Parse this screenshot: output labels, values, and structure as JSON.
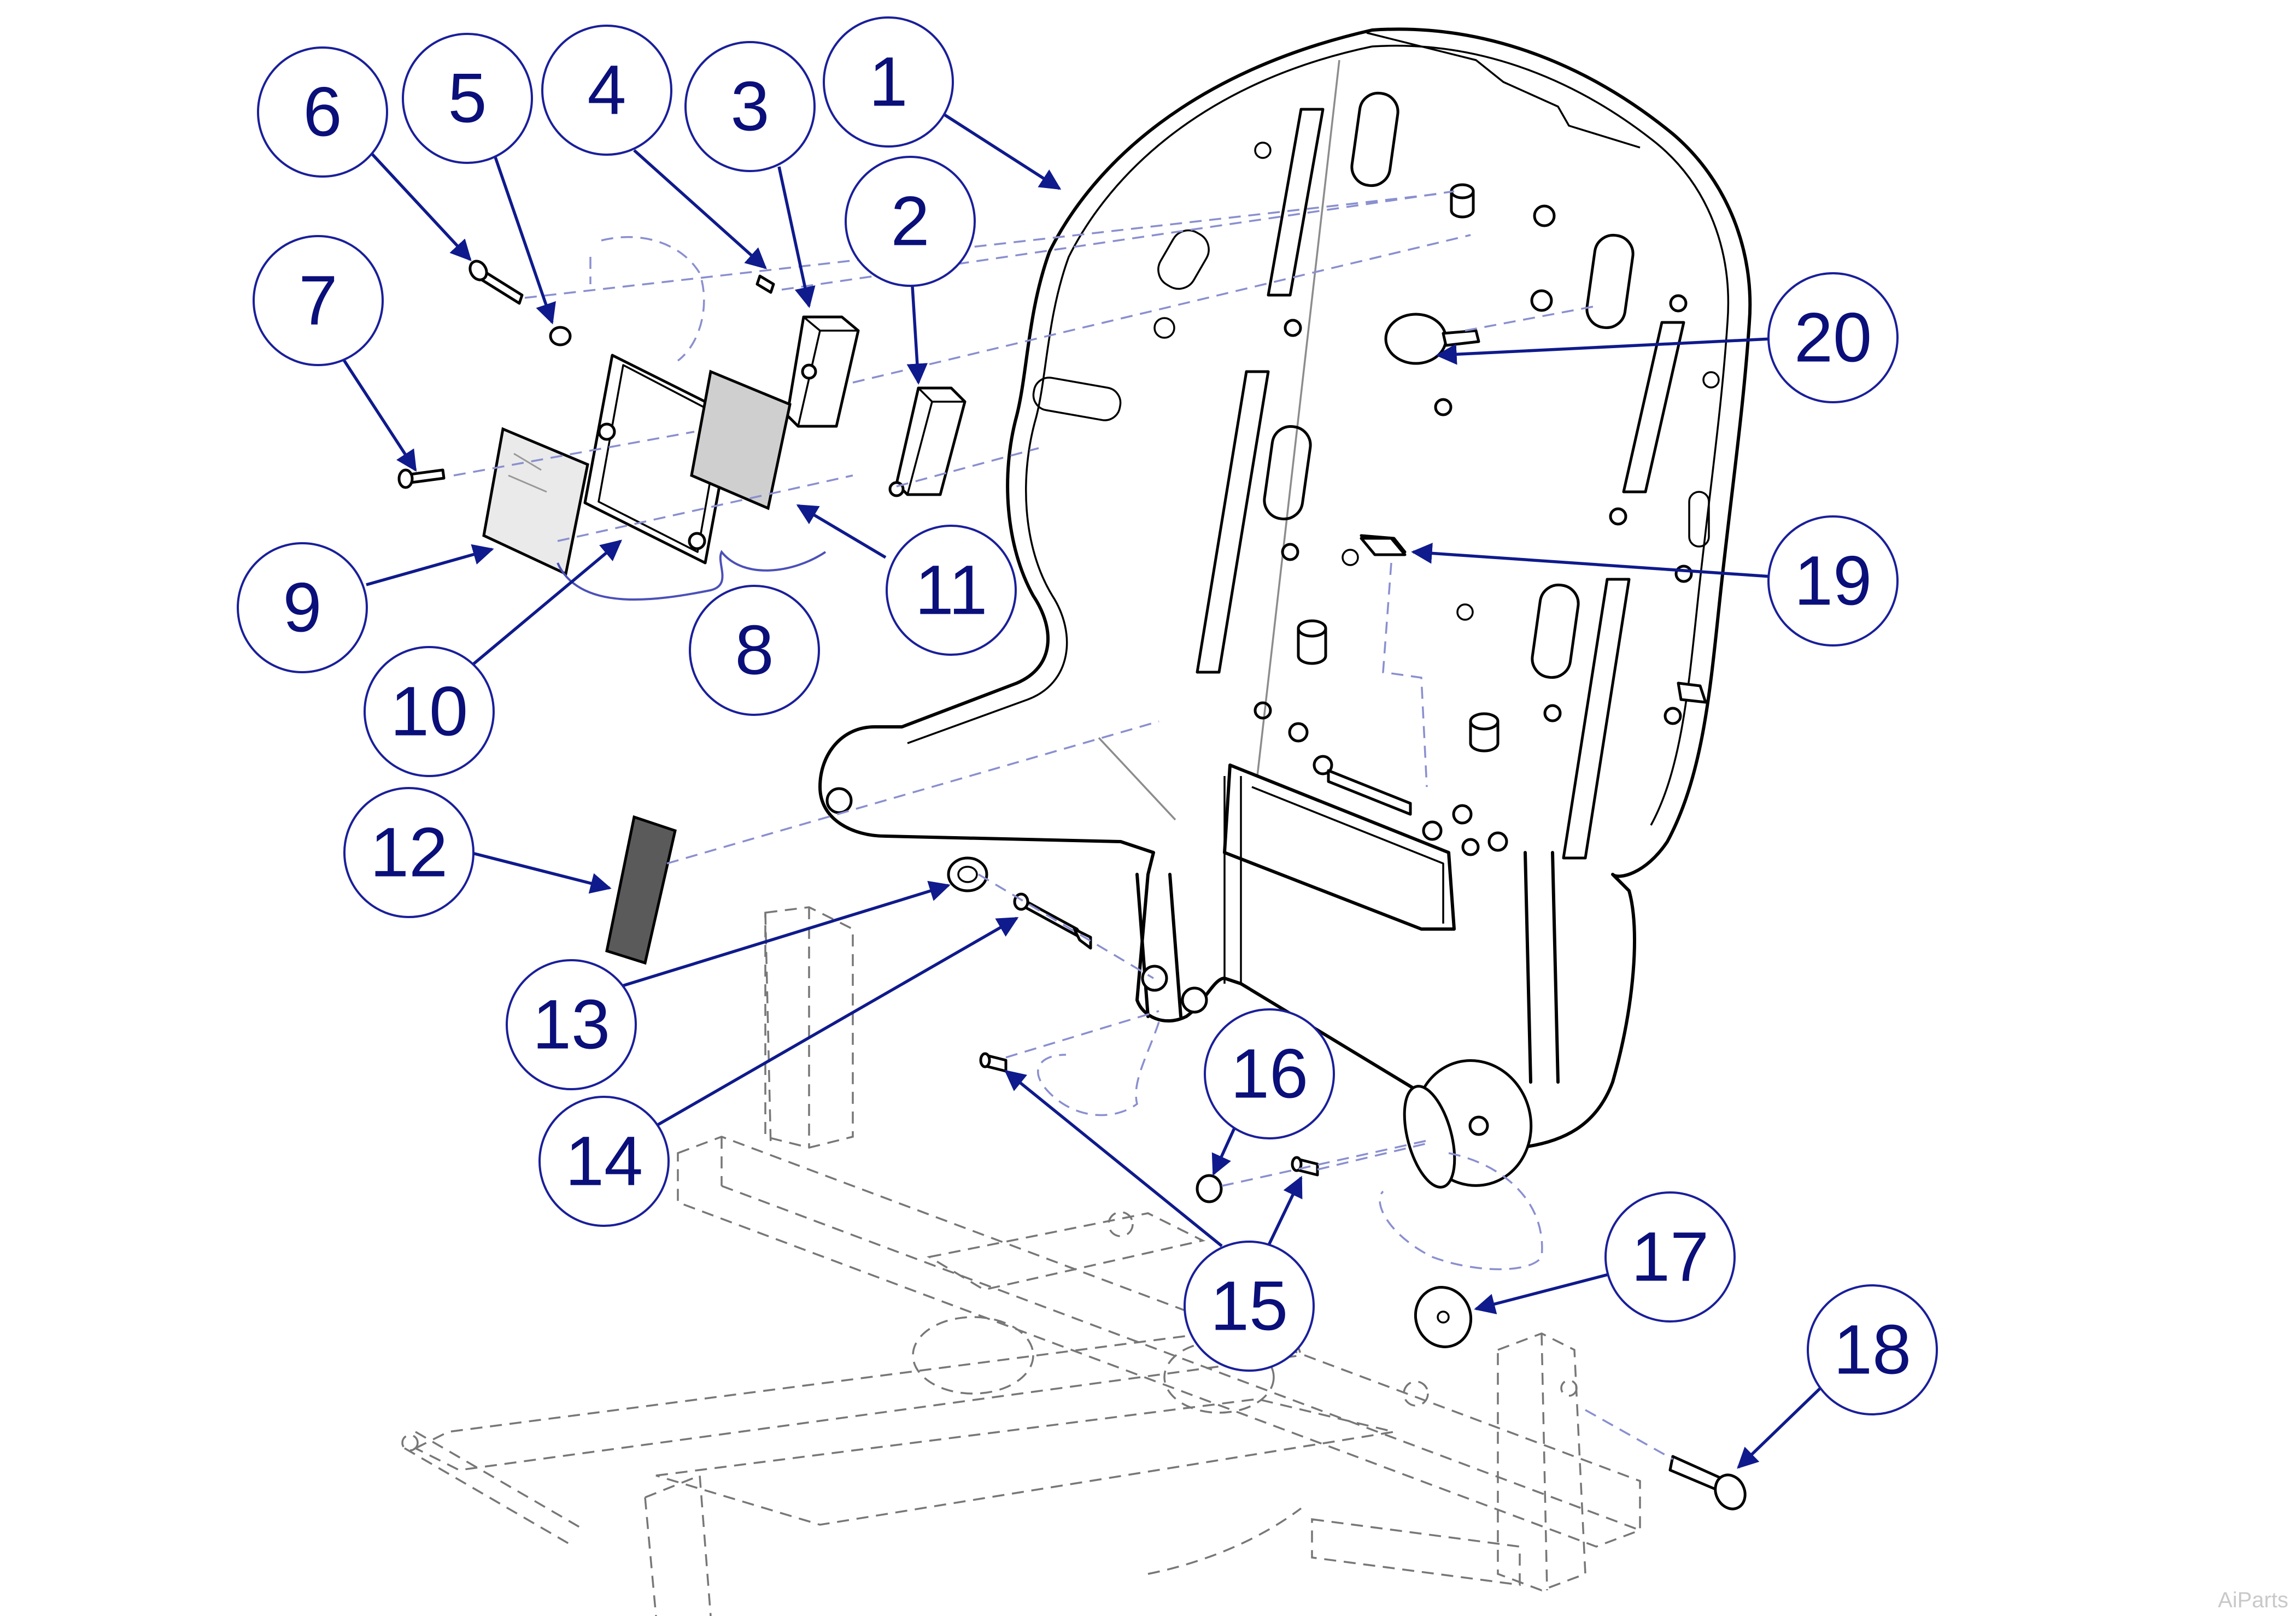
{
  "callouts": [
    {
      "id": "1",
      "label": "1"
    },
    {
      "id": "2",
      "label": "2"
    },
    {
      "id": "3",
      "label": "3"
    },
    {
      "id": "4",
      "label": "4"
    },
    {
      "id": "5",
      "label": "5"
    },
    {
      "id": "6",
      "label": "6"
    },
    {
      "id": "7",
      "label": "7"
    },
    {
      "id": "8",
      "label": "8"
    },
    {
      "id": "9",
      "label": "9"
    },
    {
      "id": "10",
      "label": "10"
    },
    {
      "id": "11",
      "label": "11"
    },
    {
      "id": "12",
      "label": "12"
    },
    {
      "id": "13",
      "label": "13"
    },
    {
      "id": "14",
      "label": "14"
    },
    {
      "id": "15",
      "label": "15"
    },
    {
      "id": "16",
      "label": "16"
    },
    {
      "id": "17",
      "label": "17"
    },
    {
      "id": "18",
      "label": "18"
    },
    {
      "id": "19",
      "label": "19"
    },
    {
      "id": "20",
      "label": "20"
    }
  ],
  "watermark": "AiParts",
  "colors": {
    "callout_blue": "#0a0f7a",
    "leader_blue": "#0f1a8c",
    "pad_fill": "#5a5a5a",
    "window_fill": "#cfcfcf"
  }
}
